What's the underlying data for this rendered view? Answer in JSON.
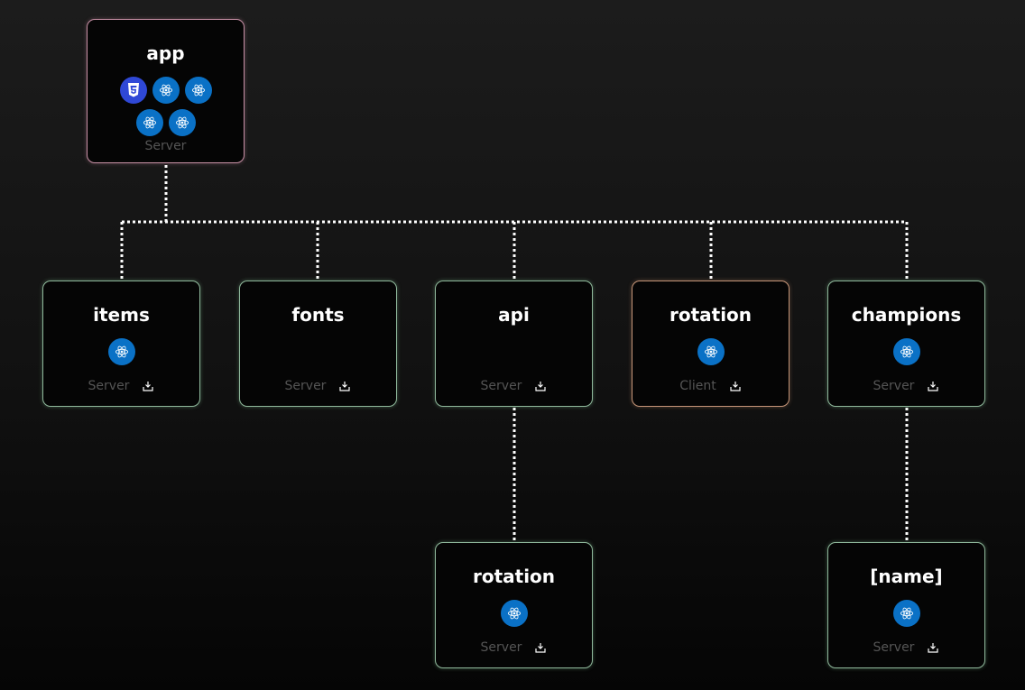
{
  "colors": {
    "server_border": "#8fb89b",
    "client_border": "#c49477",
    "root_border": "#c58fa4",
    "react_icon": "#0a71c6",
    "css_icon": "#2f48d6",
    "connector": "#ffffff"
  },
  "tree": {
    "root": {
      "title": "app",
      "runtime": "Server",
      "icons": [
        "css-icon",
        "react-icon",
        "react-icon",
        "react-icon",
        "react-icon"
      ]
    },
    "children": [
      {
        "title": "items",
        "runtime": "Server",
        "icons": [
          "react-icon"
        ]
      },
      {
        "title": "fonts",
        "runtime": "Server",
        "icons": []
      },
      {
        "title": "api",
        "runtime": "Server",
        "icons": [],
        "children": [
          {
            "title": "rotation",
            "runtime": "Server",
            "icons": [
              "react-icon"
            ]
          }
        ]
      },
      {
        "title": "rotation",
        "runtime": "Client",
        "icons": [
          "react-icon"
        ]
      },
      {
        "title": "champions",
        "runtime": "Server",
        "icons": [
          "react-icon"
        ],
        "children": [
          {
            "title": "[name]",
            "runtime": "Server",
            "icons": [
              "react-icon"
            ]
          }
        ]
      }
    ]
  }
}
